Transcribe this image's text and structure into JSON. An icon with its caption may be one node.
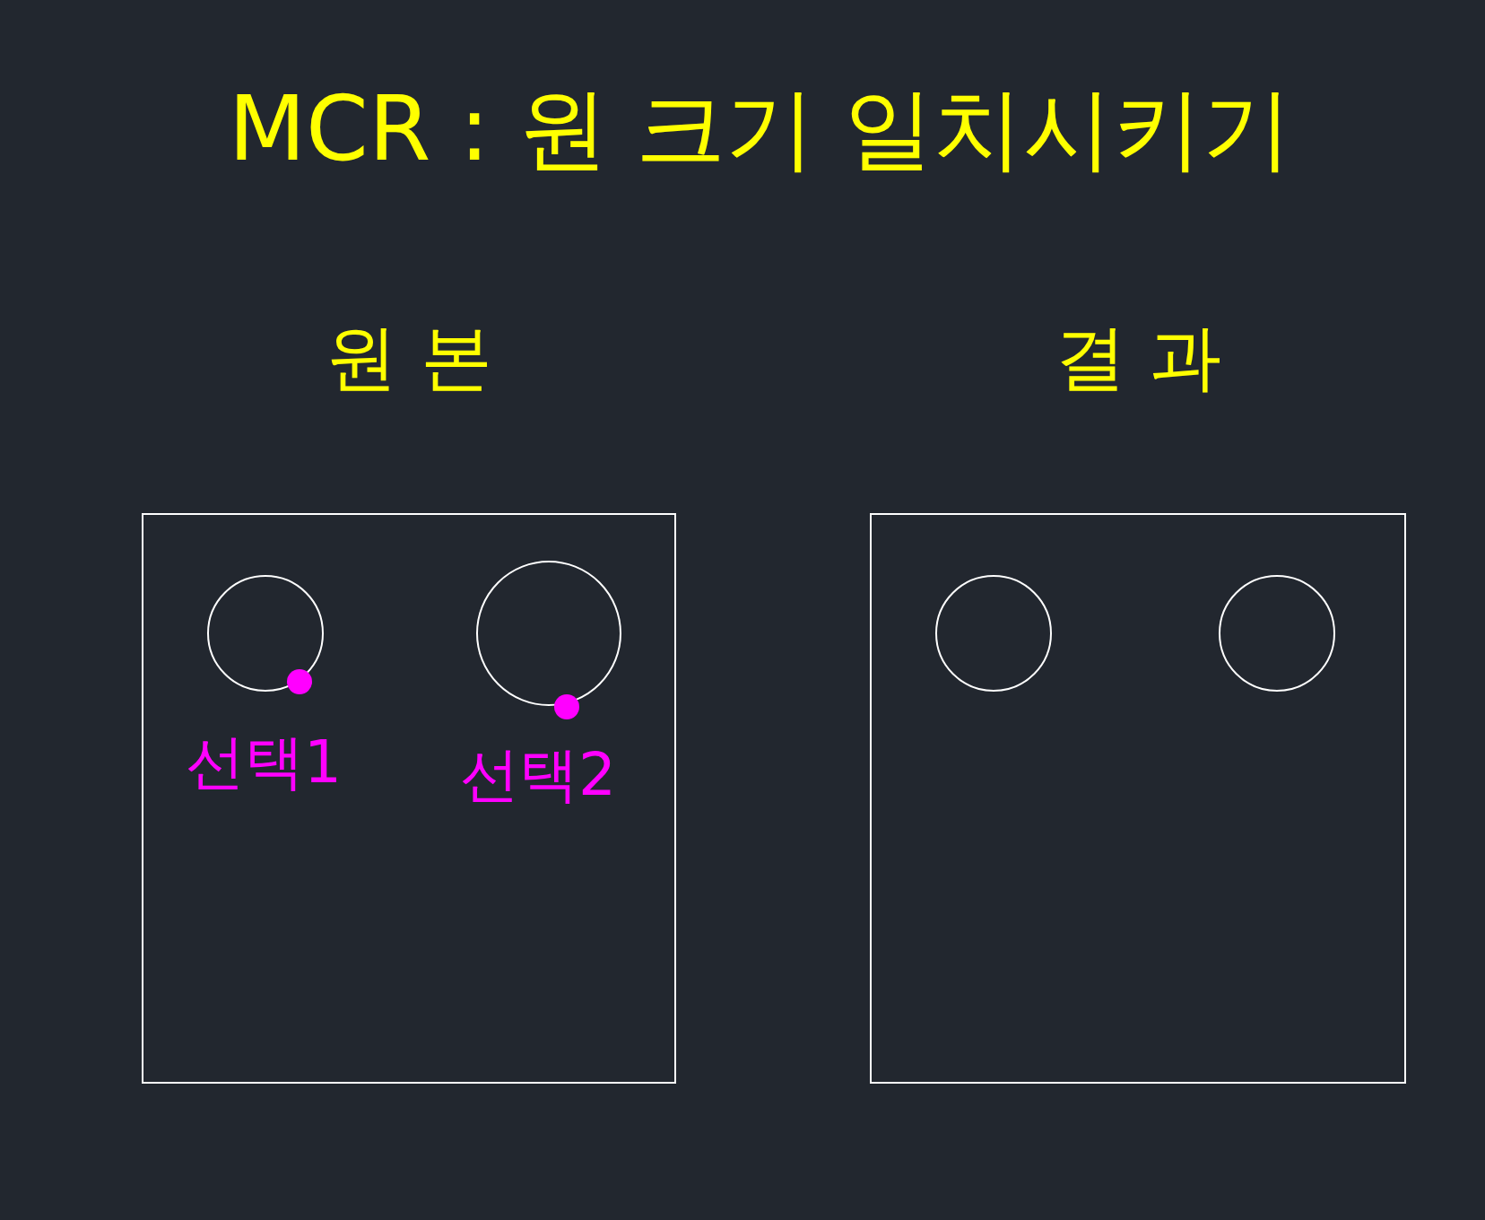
{
  "diagram": {
    "title": "MCR : 원 크기 일치시키기",
    "nodes": [
      {
        "text": [
          "원 본"
        ]
      },
      {
        "text": [
          "결 과"
        ]
      },
      {
        "text": [],
        "shape": "circle",
        "in": 0,
        "beside": [
          "선택1"
        ]
      },
      {
        "text": [],
        "shape": "circle",
        "in": 0,
        "beside": [
          "선택2"
        ]
      },
      {
        "text": [],
        "shape": "circle",
        "in": 1
      },
      {
        "text": [],
        "shape": "circle",
        "in": 1
      }
    ]
  }
}
